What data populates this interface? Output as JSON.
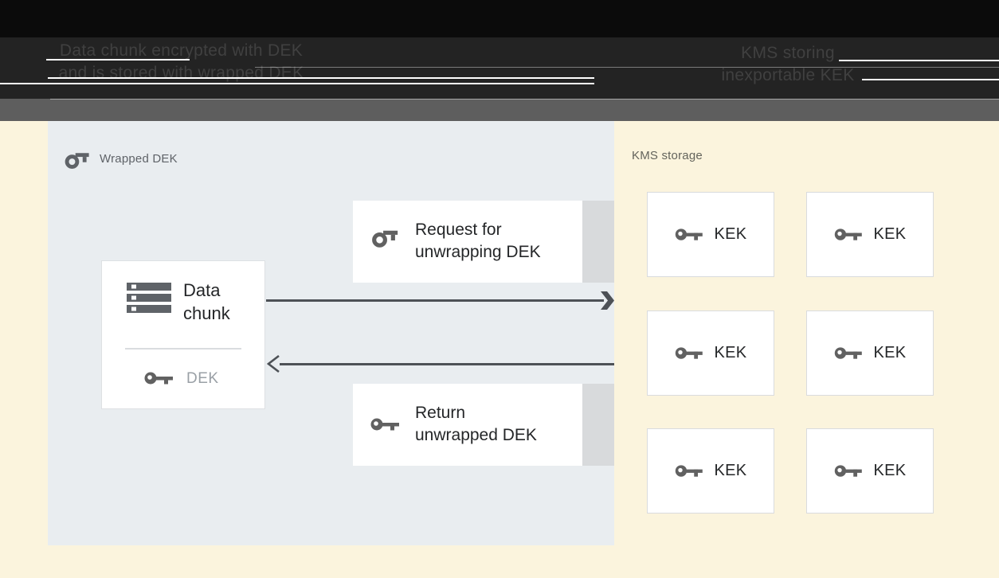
{
  "captions": {
    "left": {
      "line1": "Data chunk encrypted with DEK",
      "line2": "and is stored with wrapped DEK"
    },
    "right": {
      "line1": "KMS storing",
      "line2": "inexportable KEK"
    }
  },
  "panel": {
    "label": "Wrapped DEK"
  },
  "kms": {
    "label": "KMS storage",
    "kek_label": "KEK",
    "kek_count": 6
  },
  "data_chunk_box": {
    "title_line1": "Data",
    "title_line2": "chunk",
    "key_label": "DEK"
  },
  "request_box": {
    "line1": "Request for",
    "line2": "unwrapping DEK"
  },
  "return_box": {
    "line1": "Return",
    "line2": "unwrapped DEK"
  },
  "colors": {
    "top_band": "#232323",
    "divider_band": "#5e5e5e",
    "canvas_bg": "#fbf4dd",
    "panel_bg": "#e9edf0",
    "shadow_strip": "#d8dadc",
    "box_bg": "#ffffff",
    "box_border": "#d9dbde",
    "icon_gray": "#5f6368",
    "text_dark": "#242628",
    "text_gray": "#5f6368",
    "text_light": "#9aa0a6",
    "arrow": "#4d5156",
    "caption_text": "#404040",
    "hairline": "#ffffff"
  }
}
